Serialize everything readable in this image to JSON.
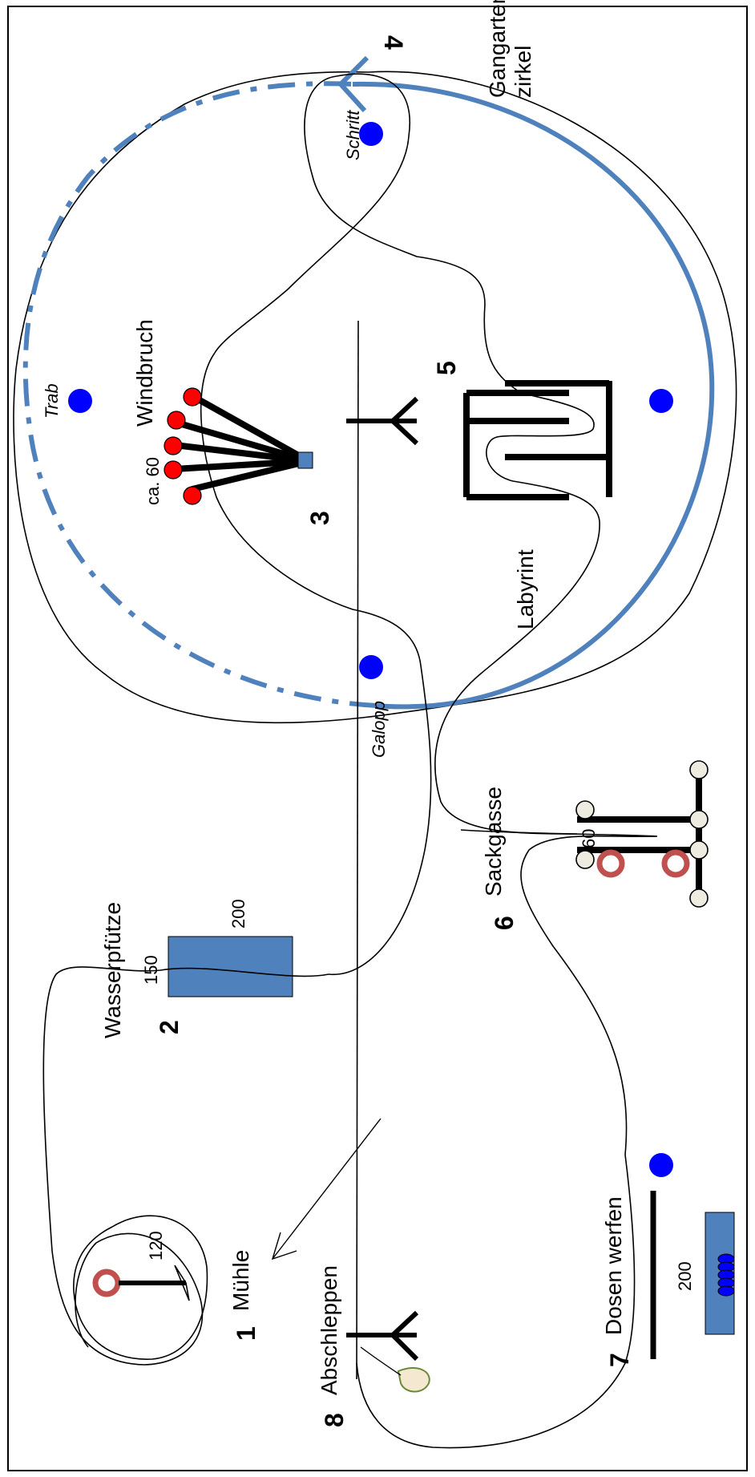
{
  "stations": {
    "s1": {
      "number": "1",
      "name": "Mühle",
      "size": "120"
    },
    "s2": {
      "number": "2",
      "name": "Wasserpfütze",
      "width": "200",
      "depth": "150"
    },
    "s3": {
      "number": "3",
      "name": "Windbruch",
      "size": "ca. 60"
    },
    "s4": {
      "number": "4",
      "name_line1": "Gangarten-",
      "name_line2": "zirkel"
    },
    "s5": {
      "number": "5",
      "name": "Labyrint"
    },
    "s6": {
      "number": "6",
      "name": "Sackgasse",
      "size": "60"
    },
    "s7": {
      "number": "7",
      "name": "Dosen werfen",
      "size": "200"
    },
    "s8": {
      "number": "8",
      "name": "Abschleppen"
    }
  },
  "gaits": {
    "walk": "Schritt",
    "trot": "Trab",
    "canter": "Galopp"
  },
  "colors": {
    "circle_line": "#4f81bd",
    "marker_blue": "#0000ff",
    "pole_red": "#ff0000",
    "ring_red": "#c0504d",
    "cone_cream": "#eeece1",
    "puddle": "#4f81bd",
    "outline": "#000000"
  }
}
